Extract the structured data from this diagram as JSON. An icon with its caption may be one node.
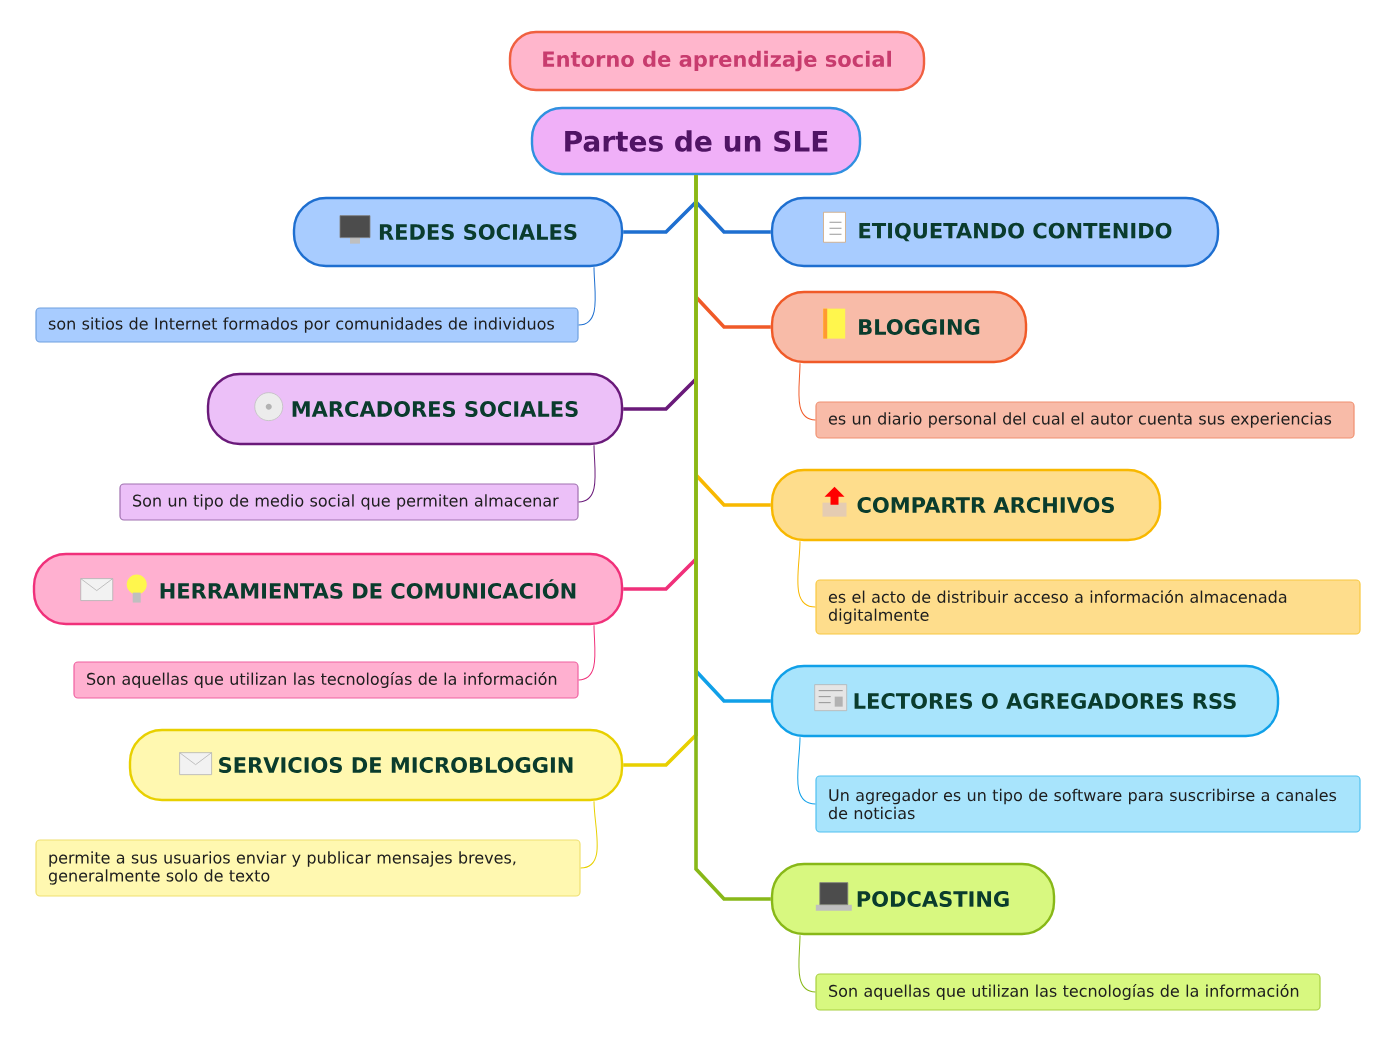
{
  "diagram": {
    "nodes": [
      {
        "text": [
          "Entorno de aprendizaje social"
        ]
      },
      {
        "text": [
          "Partes de un SLE"
        ]
      },
      {
        "text": [
          "REDES SOCIALES"
        ]
      },
      {
        "text": [
          "ETIQUETANDO CONTENIDO"
        ]
      },
      {
        "text": [
          "son sitios de Internet formados por comunidades de individuos"
        ]
      },
      {
        "text": [
          "BLOGGING"
        ]
      },
      {
        "text": [
          "MARCADORES SOCIALES"
        ]
      },
      {
        "text": [
          "es un diario personal del cual el autor cuenta sus experiencias"
        ]
      },
      {
        "text": [
          "Son un tipo de medio social que permiten almacenar"
        ]
      },
      {
        "text": [
          "COMPARTR ARCHIVOS"
        ]
      },
      {
        "text": [
          "HERRAMIENTAS DE COMUNICACIÓN"
        ]
      },
      {
        "text": [
          "es el acto de distribuir acceso a información almacenada digitalmente"
        ]
      },
      {
        "text": [
          "Son aquellas que utilizan las tecnologías de la información"
        ]
      },
      {
        "text": [
          "LECTORES O AGREGADORES RSS"
        ]
      },
      {
        "text": [
          "SERVICIOS DE MICROBLOGGIN"
        ]
      },
      {
        "text": [
          "Un agregador es un tipo de software para suscribirse a canales de noticias"
        ]
      },
      {
        "text": [
          "permite a sus usuarios enviar y publicar mensajes breves, generalmente solo de texto"
        ]
      },
      {
        "text": [
          "PODCASTING"
        ]
      },
      {
        "text": [
          "Son aquellas que utilizan las tecnologías de la información"
        ]
      }
    ],
    "edges": [
      {
        "from": 1,
        "to": 2,
        "arrow": "none",
        "color": "#1e6fd0"
      },
      {
        "from": 1,
        "to": 3,
        "arrow": "none",
        "color": "#1e6fd0"
      },
      {
        "from": 1,
        "to": 5,
        "arrow": "none",
        "color": "#f05a28"
      },
      {
        "from": 1,
        "to": 6,
        "arrow": "none",
        "color": "#6a1a7a"
      },
      {
        "from": 1,
        "to": 9,
        "arrow": "none",
        "color": "#f8b800"
      },
      {
        "from": 1,
        "to": 10,
        "arrow": "none",
        "color": "#f0307a"
      },
      {
        "from": 1,
        "to": 13,
        "arrow": "none",
        "color": "#10a0e8"
      },
      {
        "from": 1,
        "to": 14,
        "arrow": "none",
        "color": "#e8d000"
      },
      {
        "from": 1,
        "to": 17,
        "arrow": "none",
        "color": "#88b818"
      },
      {
        "from": 2,
        "to": 4,
        "arrow": "none",
        "color": "#1e6fd0"
      },
      {
        "from": 5,
        "to": 7,
        "arrow": "none",
        "color": "#f05a28"
      },
      {
        "from": 6,
        "to": 8,
        "arrow": "none",
        "color": "#6a1a7a"
      },
      {
        "from": 9,
        "to": 11,
        "arrow": "none",
        "color": "#f8b800"
      },
      {
        "from": 10,
        "to": 12,
        "arrow": "none",
        "color": "#f0307a"
      },
      {
        "from": 13,
        "to": 15,
        "arrow": "none",
        "color": "#10a0e8"
      },
      {
        "from": 14,
        "to": 16,
        "arrow": "none",
        "color": "#e8d000"
      },
      {
        "from": 17,
        "to": 18,
        "arrow": "none",
        "color": "#88b818"
      }
    ]
  }
}
